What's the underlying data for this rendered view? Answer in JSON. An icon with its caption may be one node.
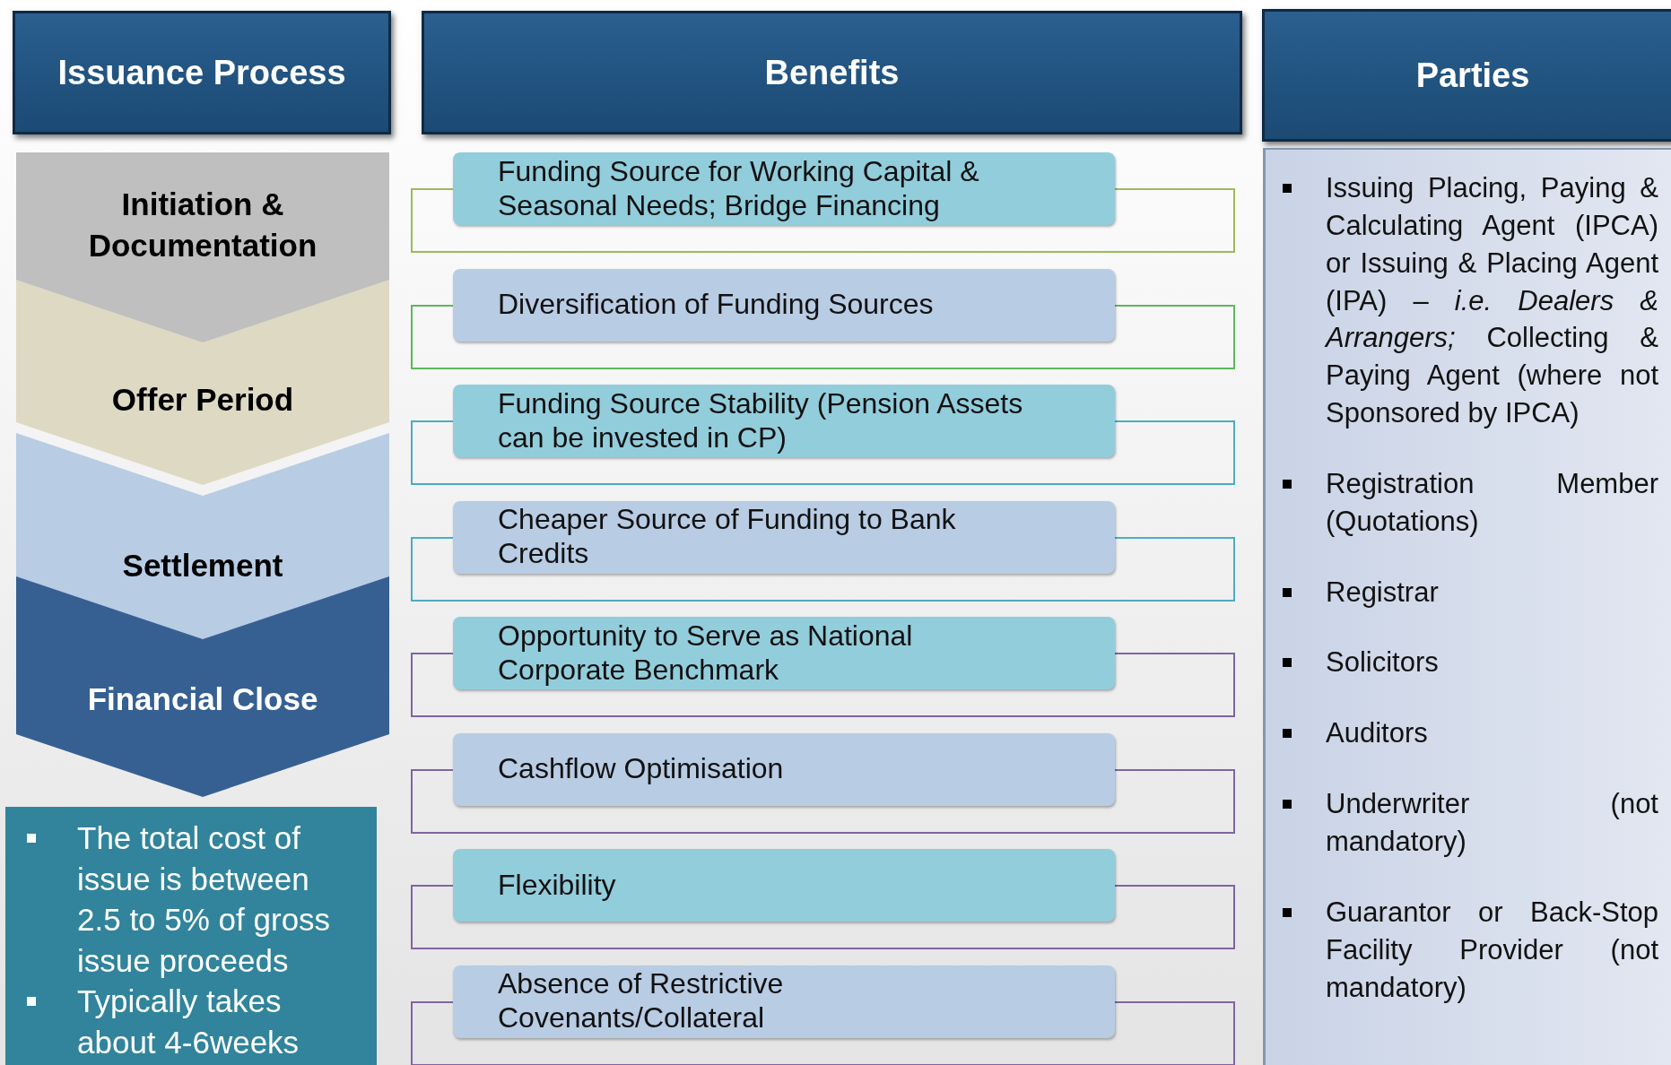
{
  "diagram": {
    "nodes": [
      {
        "text": [
          "Issuance Process"
        ]
      },
      {
        "text": [
          "Benefits"
        ]
      },
      {
        "text": [
          "Parties"
        ]
      },
      {
        "text": [
          "Initiation & Documentation"
        ]
      },
      {
        "text": [
          "Offer Period"
        ]
      },
      {
        "text": [
          "Settlement"
        ]
      },
      {
        "text": [
          "Financial Close"
        ]
      },
      {
        "text": [
          "The total cost of issue is between 2.5 to 5% of gross issue proceeds",
          "Typically takes about 4-6weeks"
        ]
      },
      {
        "text": [
          "Funding Source for Working Capital & Seasonal Needs; Bridge Financing"
        ]
      },
      {
        "text": [
          "Diversification of Funding Sources"
        ]
      },
      {
        "text": [
          "Funding Source Stability (Pension Assets can be invested in CP)"
        ]
      },
      {
        "text": [
          "Cheaper Source of Funding to Bank Credits"
        ]
      },
      {
        "text": [
          "Opportunity to Serve as National Corporate Benchmark"
        ]
      },
      {
        "text": [
          "Cashflow Optimisation"
        ]
      },
      {
        "text": [
          "Flexibility"
        ]
      },
      {
        "text": [
          "Absence of Restrictive Covenants/Collateral"
        ]
      },
      {
        "text": [
          "Issuing Placing, Paying & Calculating Agent (IPCA) or Issuing & Placing Agent (IPA) – *i.e. Dealers & Arrangers;* Collecting & Paying Agent (where not Sponsored by IPCA)",
          "Registration Member (Quotations)",
          "Registrar",
          "Solicitors",
          "Auditors",
          "Underwriter (not mandatory)",
          "Guarantor or Back-Stop Facility Provider (not mandatory)"
        ]
      }
    ],
    "edges": []
  }
}
